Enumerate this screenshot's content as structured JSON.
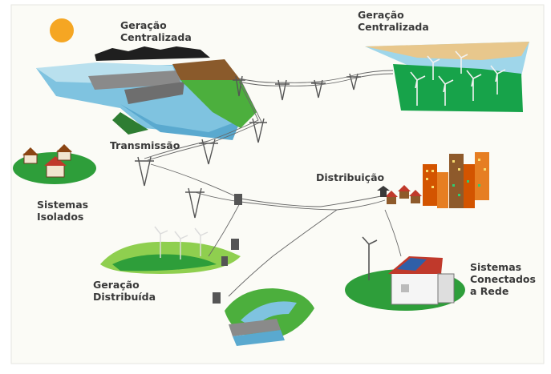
{
  "labels": {
    "hydro_generation": "Geração\nCentralizada",
    "wind_generation": "Geração\nCentralizada",
    "transmission": "Transmissão",
    "isolated_systems": "Sistemas\nIsolados",
    "distribution": "Distribuição",
    "distributed_generation": "Geração\nDistribuída",
    "grid_connected_systems": "Sistemas\nConectados\na Rede"
  },
  "colors": {
    "water": "#7fc3e0",
    "grass": "#2e9e3a",
    "light_grass": "#8fcf4f",
    "sun": "#f5a623",
    "tower": "#555555",
    "roof": "#c0392b",
    "building": "#d35400"
  }
}
